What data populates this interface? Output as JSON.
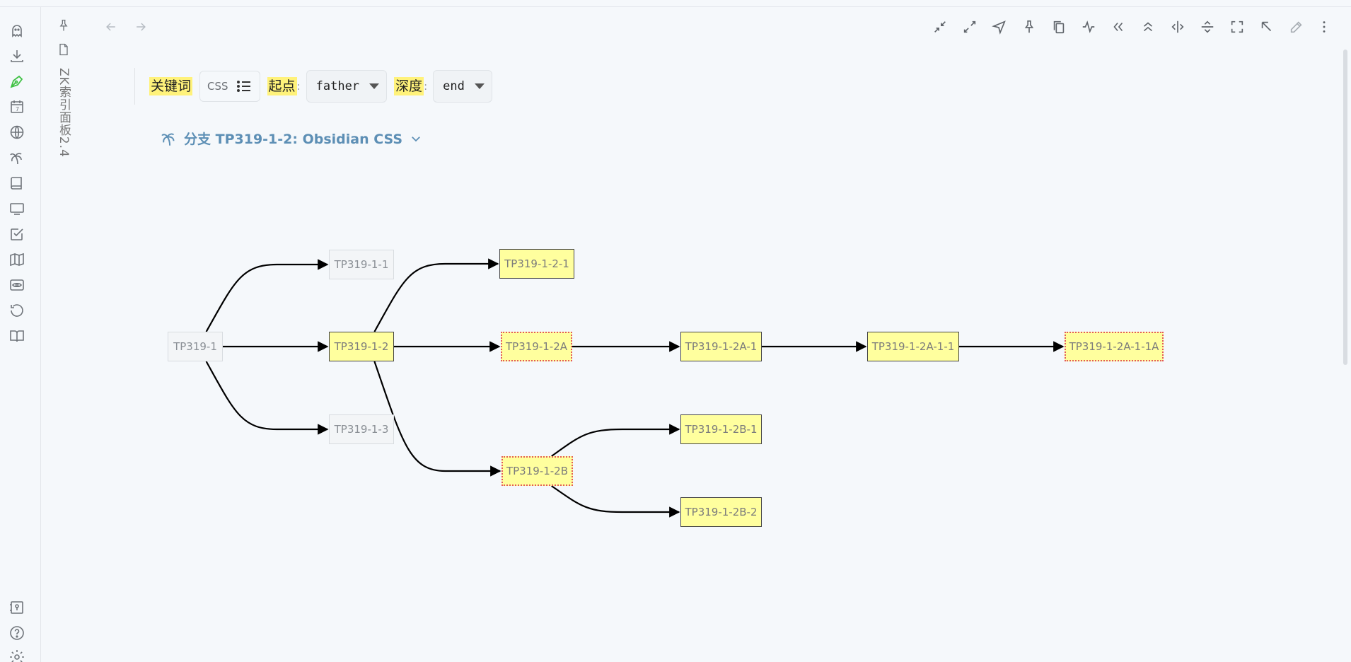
{
  "pane": {
    "vertical_title": "ZK索引面板2.4"
  },
  "controls": {
    "keyword_label": "关键词",
    "keyword_value": "CSS",
    "start_label": "起点",
    "start_value": "father",
    "depth_label": "深度",
    "depth_value": "end",
    "colon": ":"
  },
  "branch": {
    "title": "分支 TP319-1-2: Obsidian CSS"
  },
  "graph": {
    "nodes": [
      {
        "id": "TP319-1",
        "style": "plain"
      },
      {
        "id": "TP319-1-1",
        "style": "plain"
      },
      {
        "id": "TP319-1-2",
        "style": "yellow"
      },
      {
        "id": "TP319-1-3",
        "style": "plain"
      },
      {
        "id": "TP319-1-2-1",
        "style": "yellow"
      },
      {
        "id": "TP319-1-2A",
        "style": "dotted"
      },
      {
        "id": "TP319-1-2B",
        "style": "dotted"
      },
      {
        "id": "TP319-1-2A-1",
        "style": "yellow"
      },
      {
        "id": "TP319-1-2B-1",
        "style": "yellow"
      },
      {
        "id": "TP319-1-2B-2",
        "style": "yellow"
      },
      {
        "id": "TP319-1-2A-1-1",
        "style": "yellow"
      },
      {
        "id": "TP319-1-2A-1-1A",
        "style": "dotted"
      }
    ],
    "edges": [
      [
        "TP319-1",
        "TP319-1-1"
      ],
      [
        "TP319-1",
        "TP319-1-2"
      ],
      [
        "TP319-1",
        "TP319-1-3"
      ],
      [
        "TP319-1-2",
        "TP319-1-2-1"
      ],
      [
        "TP319-1-2",
        "TP319-1-2A"
      ],
      [
        "TP319-1-2",
        "TP319-1-2B"
      ],
      [
        "TP319-1-2A",
        "TP319-1-2A-1"
      ],
      [
        "TP319-1-2A-1",
        "TP319-1-2A-1-1"
      ],
      [
        "TP319-1-2A-1-1",
        "TP319-1-2A-1-1A"
      ],
      [
        "TP319-1-2B",
        "TP319-1-2B-1"
      ],
      [
        "TP319-1-2B",
        "TP319-1-2B-2"
      ]
    ]
  },
  "icons": {
    "ribbon": [
      "ghost-icon",
      "download-icon",
      "pen-icon",
      "calendar-icon",
      "globe-icon",
      "palm-icon",
      "book-icon",
      "monitor-icon",
      "checkbox-icon",
      "map-icon",
      "eye-icon",
      "history-icon",
      "open-book-icon",
      "vault-icon",
      "help-icon",
      "settings-icon"
    ],
    "toolbar": [
      "collapse-icon",
      "expand-icon",
      "navigate-icon",
      "pin-icon",
      "copy-icon",
      "pulse-icon",
      "chevrons-left-icon",
      "chevrons-up-icon",
      "split-horizontal-icon",
      "split-vertical-icon",
      "fullscreen-icon",
      "arrow-up-left-icon",
      "edit-icon",
      "more-icon"
    ]
  },
  "colors": {
    "accent_green": "#3fc143",
    "branch_blue": "#5d8fb5",
    "highlight": "#fff27a",
    "node_yellow": "#ffff9e",
    "dotted_red": "#e35a5a"
  }
}
